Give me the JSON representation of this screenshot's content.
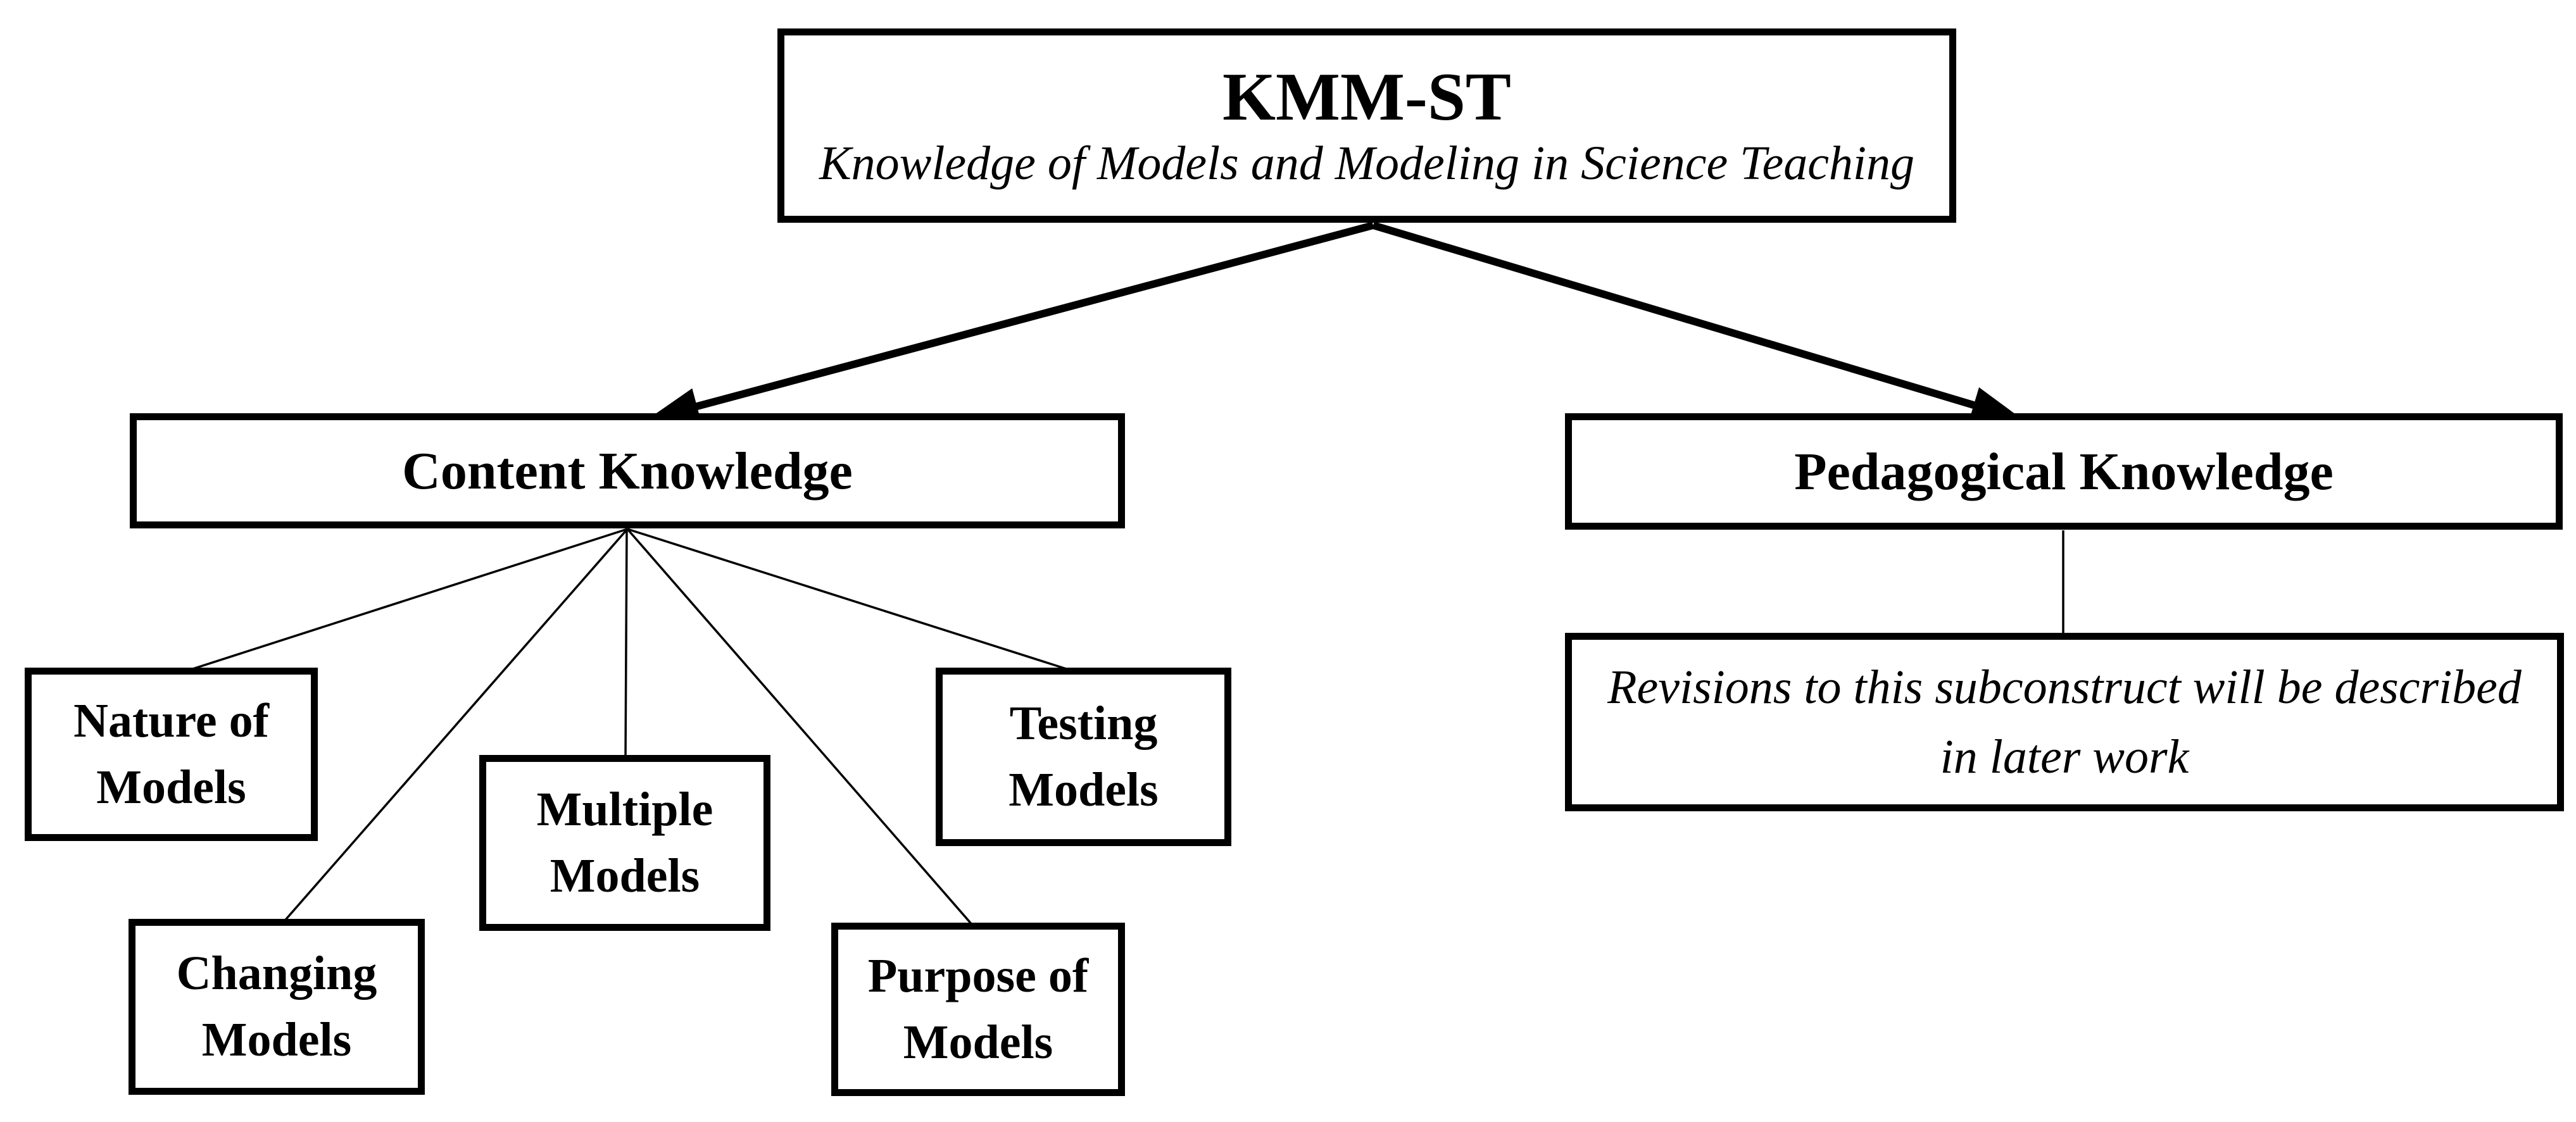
{
  "colors": {
    "background": "#ffffff",
    "text": "#000000",
    "line": "#000000"
  },
  "root": {
    "title": "KMM-ST",
    "subtitle": "Knowledge of Models and Modeling in Science Teaching"
  },
  "branches": {
    "content": {
      "label": "Content Knowledge"
    },
    "pedagogical": {
      "label": "Pedagogical Knowledge",
      "note": "Revisions to this subconstruct will be described\nin later work"
    }
  },
  "content_children": [
    {
      "label": "Nature of\nModels"
    },
    {
      "label": "Changing\nModels"
    },
    {
      "label": "Multiple\nModels"
    },
    {
      "label": "Purpose of\nModels"
    },
    {
      "label": "Testing\nModels"
    }
  ]
}
